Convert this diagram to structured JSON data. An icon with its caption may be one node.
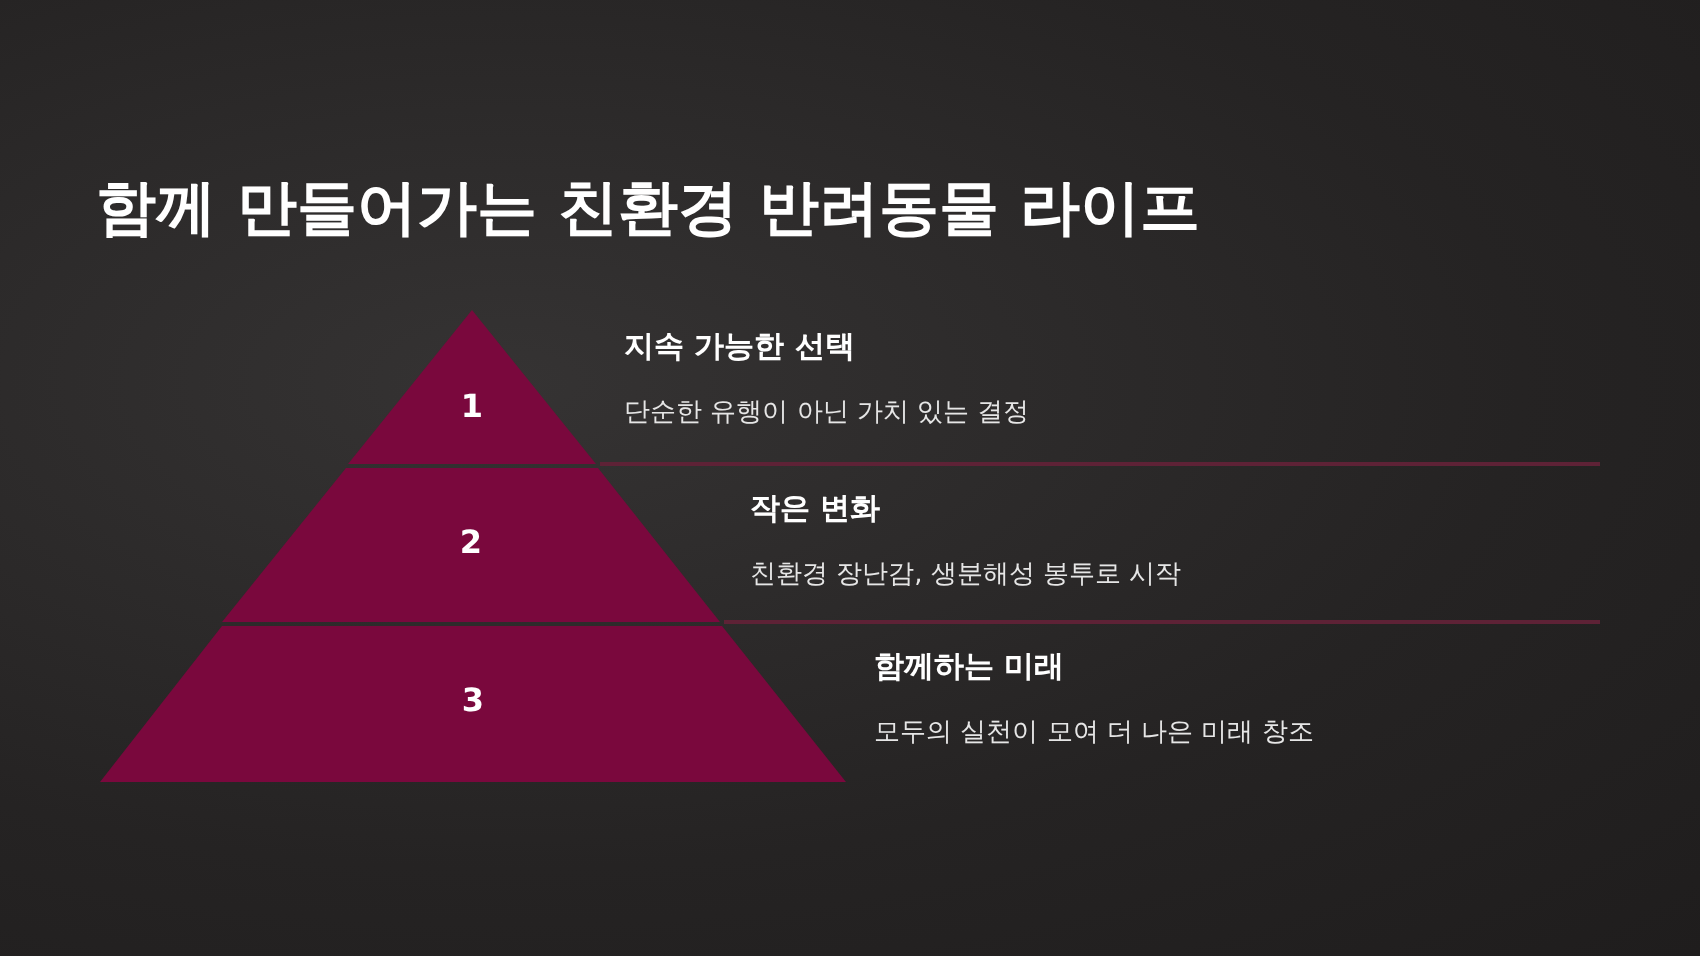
{
  "diagram": {
    "title": "함께 만들어가는 친환경 반려동물 라이프",
    "nodes": [
      {
        "text": [
          "1"
        ],
        "beside": [
          "지속 가능한 선택",
          "단순한 유행이 아닌 가치 있는 결정"
        ]
      },
      {
        "text": [
          "2"
        ],
        "beside": [
          "작은 변화",
          "친환경 장난감, 생분해성 봉투로 시작"
        ]
      },
      {
        "text": [
          "3"
        ],
        "beside": [
          "함께하는 미래",
          "모두의 실천이 모여 더 나은 미래 창조"
        ]
      }
    ]
  }
}
